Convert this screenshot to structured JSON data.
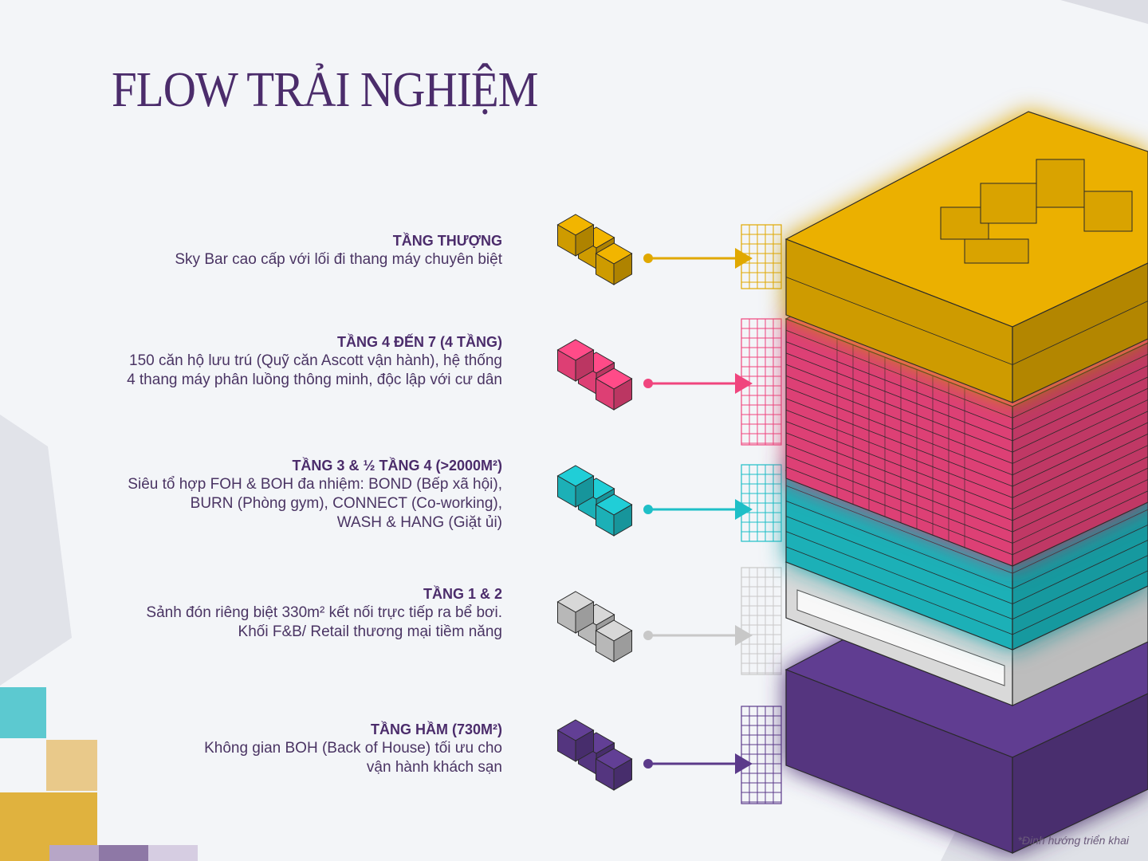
{
  "title": "FLOW TRẢI NGHIỆM",
  "floors": [
    {
      "heading": "TẦNG THƯỢNG",
      "description": "Sky Bar cao cấp với lối đi thang máy chuyên biệt",
      "color": "#e0a800"
    },
    {
      "heading": "TẦNG 4 ĐẾN 7 (4 TẦNG)",
      "description": "150 căn hộ lưu trú (Quỹ căn Ascott vận hành), hệ thống\n4 thang máy phân luồng thông minh, độc lập với cư dân",
      "color": "#f0457e"
    },
    {
      "heading": "TẦNG 3 & ½ TẦNG 4 (>2000M²)",
      "description": "Siêu tổ hợp FOH & BOH đa nhiệm: BOND (Bếp xã hội),\nBURN (Phòng gym), CONNECT (Co-working),\nWASH & HANG (Giặt ủi)",
      "color": "#1ebfc7"
    },
    {
      "heading": "TẦNG 1 & 2",
      "description": "Sảnh đón riêng biệt 330m² kết nối trực tiếp ra bể bơi.\nKhối F&B/ Retail thương mại tiềm năng",
      "color": "#c8c8c8"
    },
    {
      "heading": "TẦNG HẦM (730M²)",
      "description": "Không gian BOH (Back of House) tối ưu cho\nvận hành khách sạn",
      "color": "#5b3a8a"
    }
  ],
  "footnote": "*Định hướng triển khai"
}
